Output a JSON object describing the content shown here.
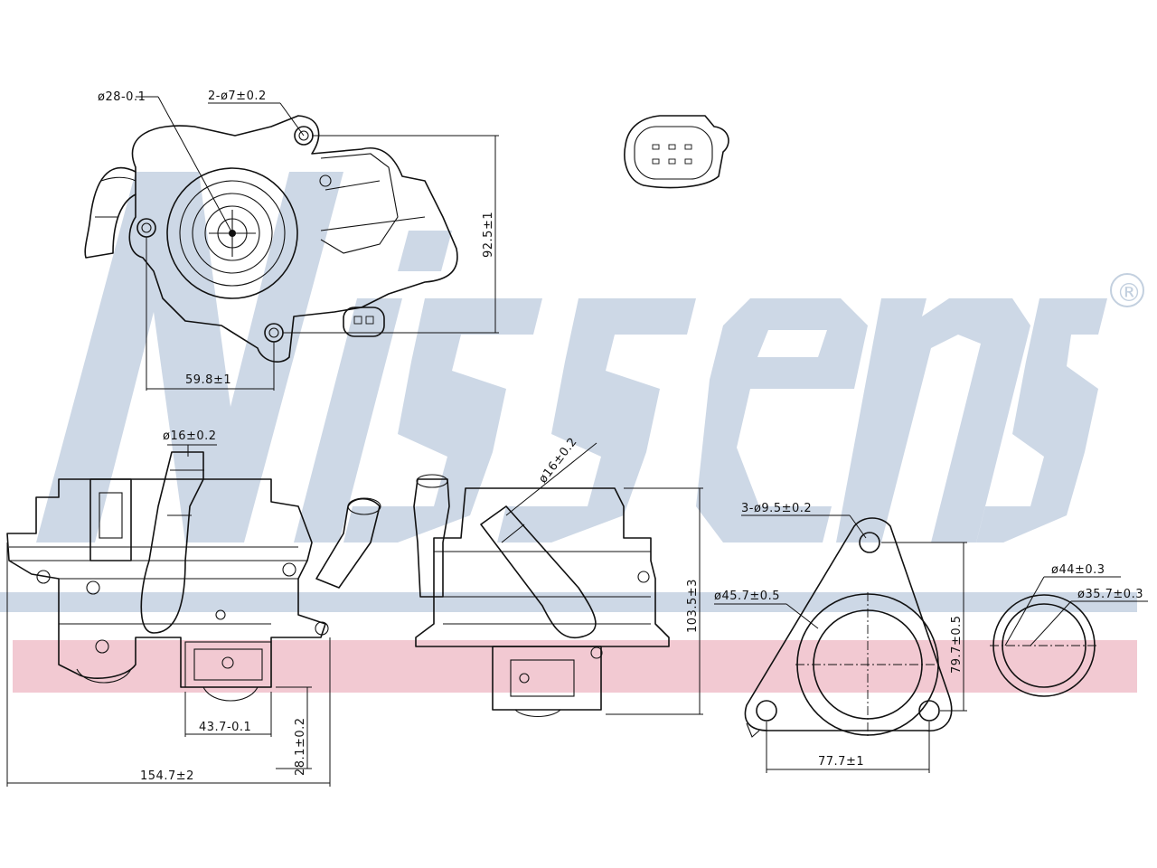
{
  "brand": {
    "watermark_text": "Nissens",
    "registered_mark": "®",
    "watermark_color": "#c3d0df",
    "band_blue": "#cdd8e6",
    "band_pink": "#f2c9d2"
  },
  "dimensions": {
    "top_view": {
      "bore": "ø28-0.1",
      "holes": "2-ø7±0.2",
      "height": "92.5±1",
      "hole_spacing": "59.8±1"
    },
    "front_view": {
      "pipe": "ø16±0.2",
      "flange_width": "43.7-0.1",
      "flange_depth": "28.1±0.2",
      "overall_length": "154.7±2"
    },
    "side_view": {
      "pipe": "ø16±0.2",
      "height": "103.5±3"
    },
    "flange_view": {
      "holes": "3-ø9.5±0.2",
      "bore": "ø45.7±0.5",
      "height": "79.7±0.5",
      "hole_spacing": "77.7±1"
    },
    "gasket_view": {
      "outer": "ø44±0.3",
      "inner": "ø35.7±0.3"
    }
  }
}
